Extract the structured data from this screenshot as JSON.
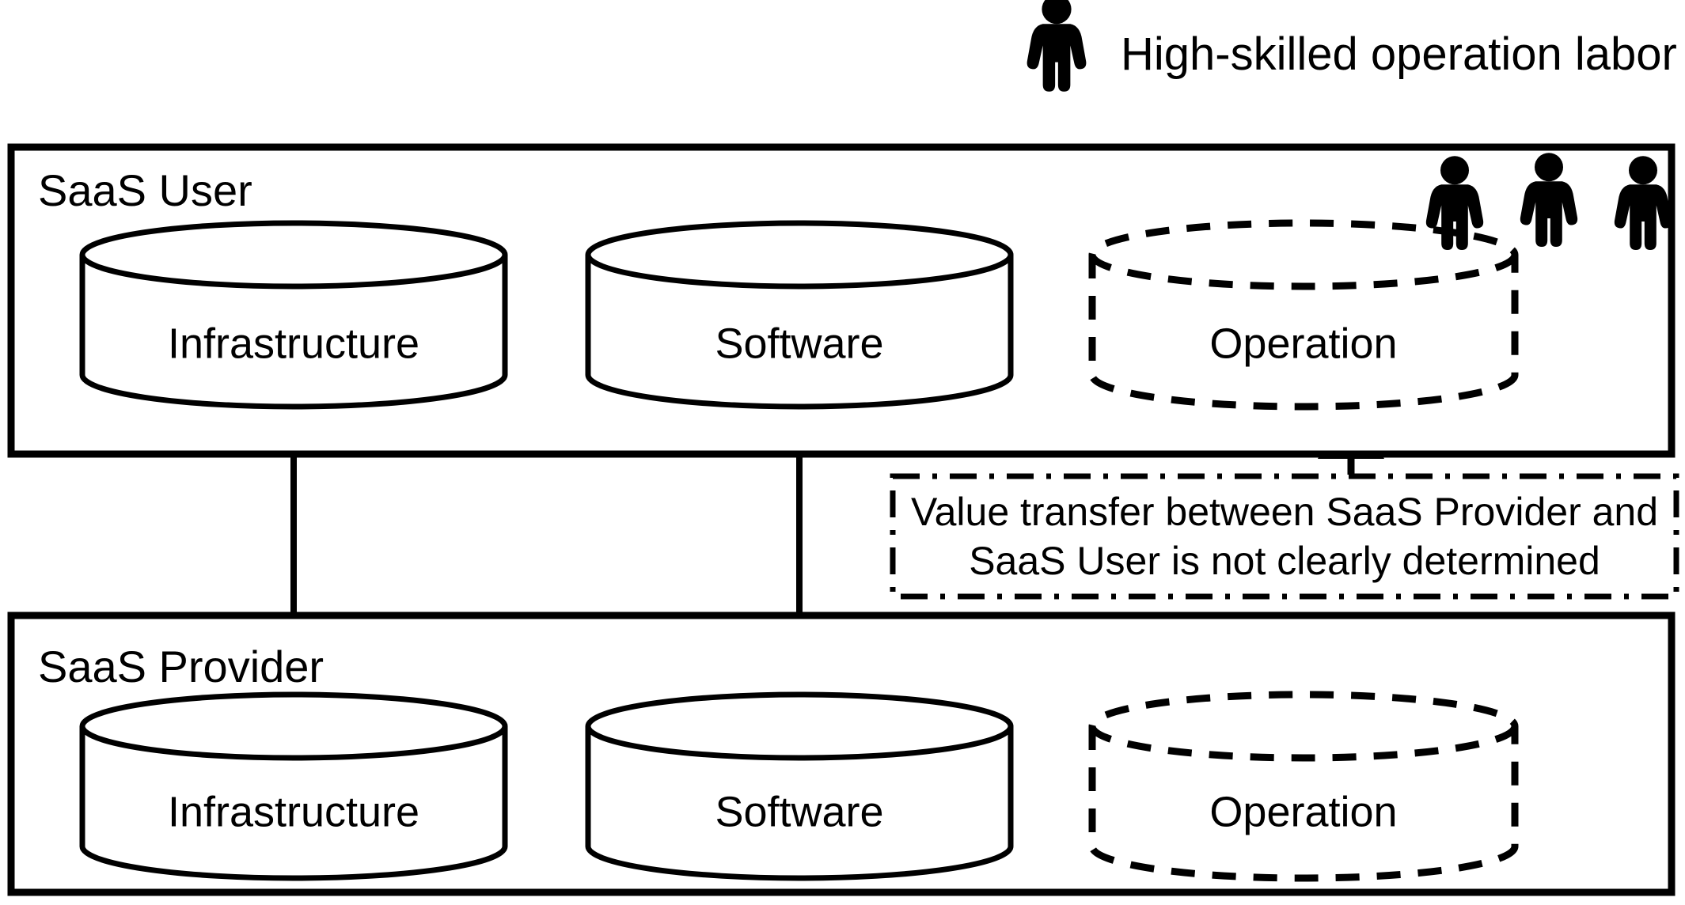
{
  "legend": {
    "icon": "person-icon",
    "label": "High-skilled operation labor"
  },
  "zones": [
    {
      "id": "saas-user",
      "title": "SaaS User",
      "cylinders": [
        {
          "label": "Infrastructure",
          "style": "solid"
        },
        {
          "label": "Software",
          "style": "solid"
        },
        {
          "label": "Operation",
          "style": "dashed"
        }
      ],
      "people_count": 3
    },
    {
      "id": "saas-provider",
      "title": "SaaS Provider",
      "cylinders": [
        {
          "label": "Infrastructure",
          "style": "solid"
        },
        {
          "label": "Software",
          "style": "solid"
        },
        {
          "label": "Operation",
          "style": "dashed"
        }
      ],
      "people_count": 0
    }
  ],
  "note": {
    "line1": "Value transfer between SaaS Provider and",
    "line2": "SaaS User is not clearly determined"
  },
  "colors": {
    "stroke": "#000000",
    "background": "#ffffff"
  }
}
